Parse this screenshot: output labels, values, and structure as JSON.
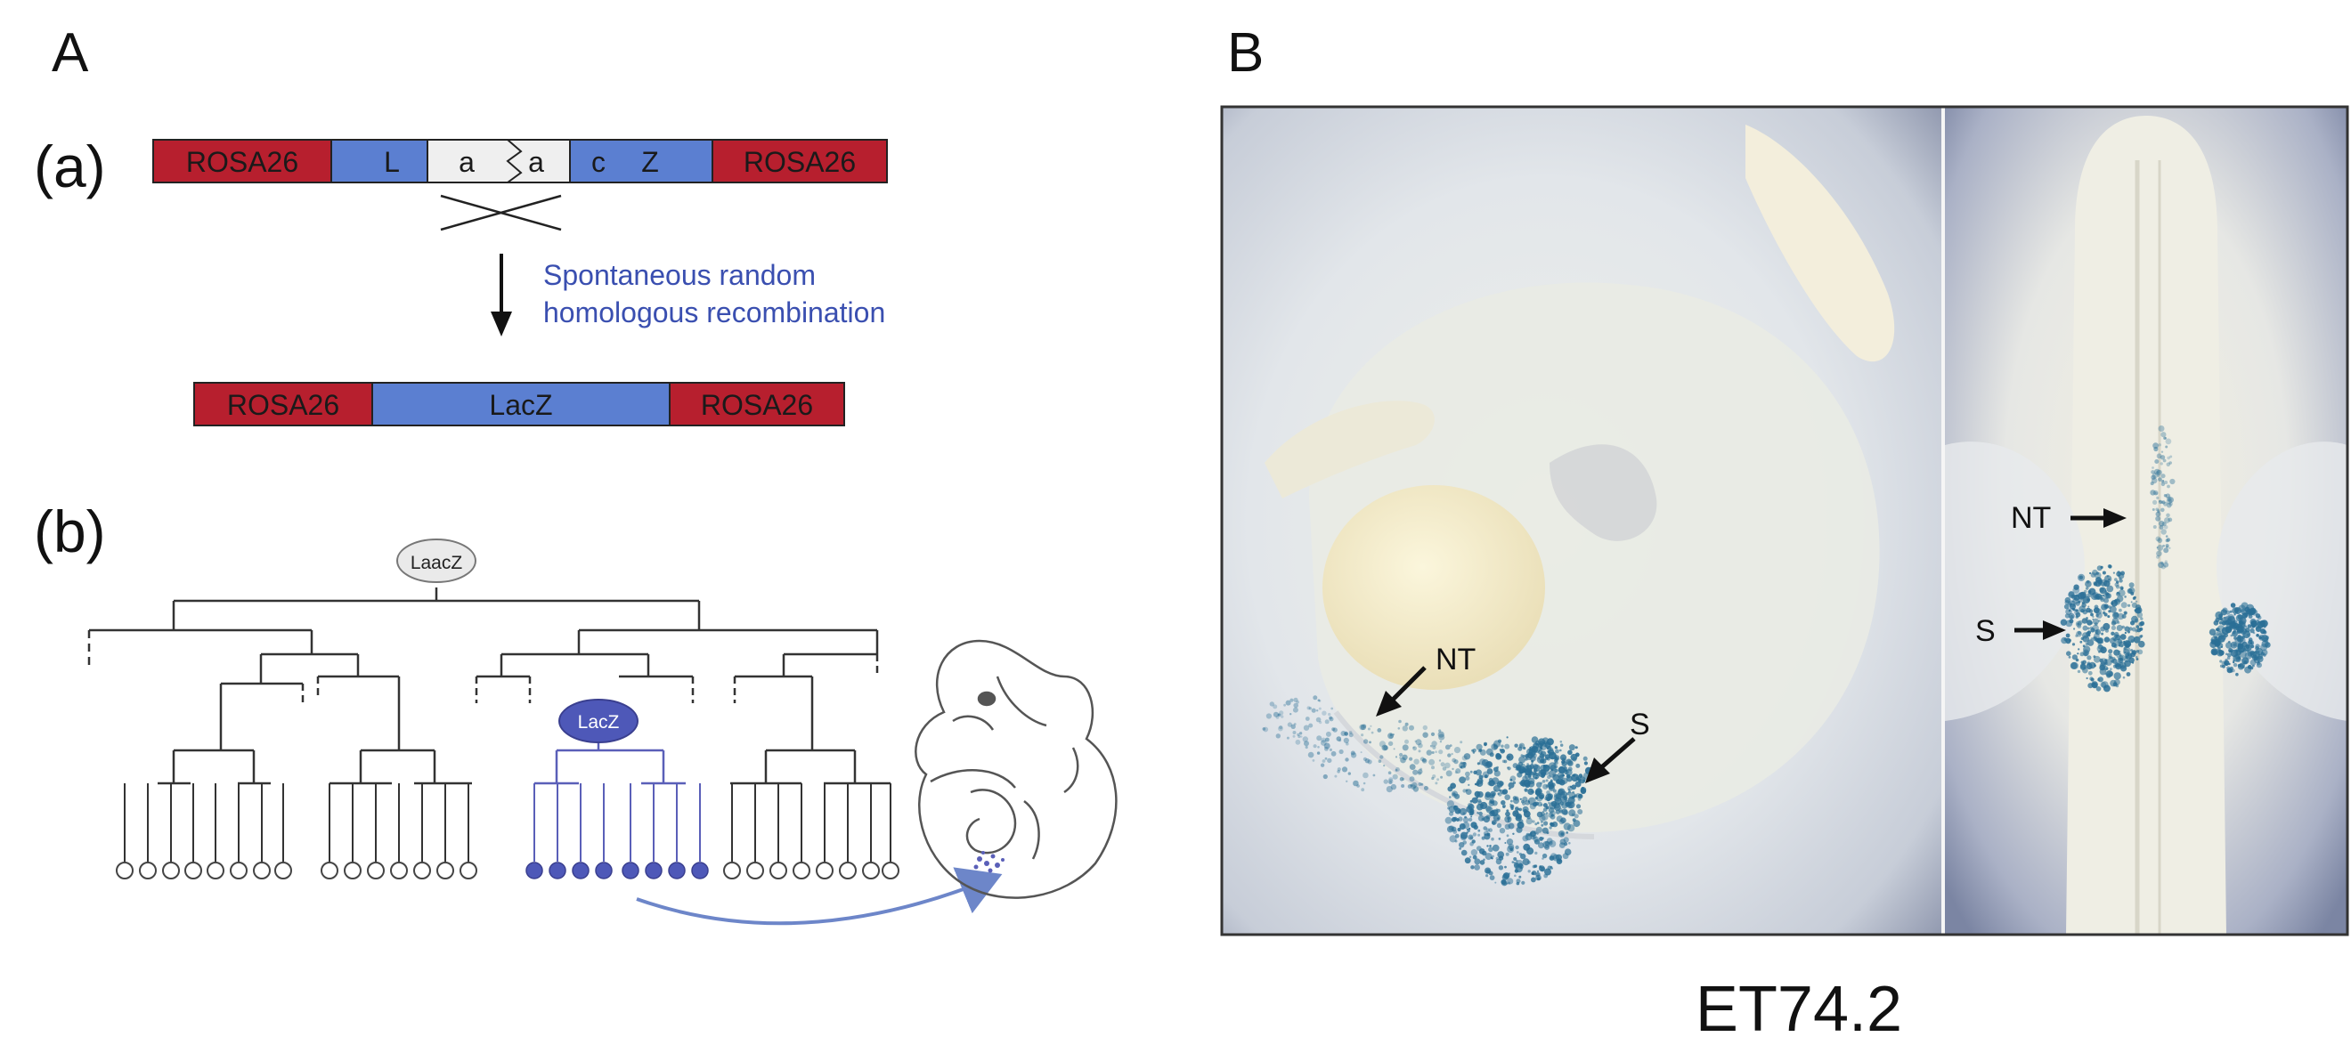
{
  "panel_a": {
    "label": "A",
    "sub_a": "(a)",
    "sub_b": "(b)",
    "construct_top": [
      "ROSA26",
      "L",
      "a",
      "a",
      "c",
      "Z",
      "ROSA26"
    ],
    "recombination_text_1": "Spontaneous random",
    "recombination_text_2": "homologous recombination",
    "construct_bottom": [
      "ROSA26",
      "LacZ",
      "ROSA26"
    ],
    "lineage_root": "LaacZ",
    "lineage_branch": "LacZ"
  },
  "panel_b": {
    "label": "B",
    "arrow_nt": "NT",
    "arrow_s": "S",
    "caption": "ET74.2"
  },
  "colors": {
    "rosa_red": "#b71f2e",
    "lacz_blue": "#5b7fd1",
    "text_blue": "#3a4fb0",
    "lineage_blue": "#5a5fb8",
    "stain_blue": "#2a6f96"
  }
}
